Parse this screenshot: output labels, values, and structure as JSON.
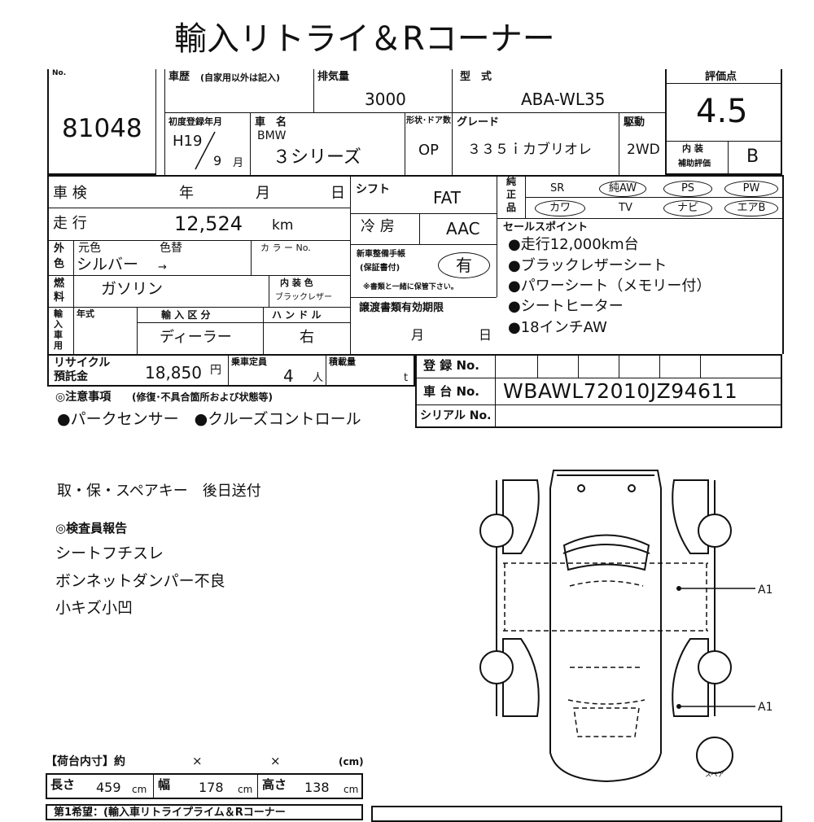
{
  "title": "輸入リトライ＆Rコーナー",
  "lot": {
    "label": "No.",
    "value": "81048"
  },
  "history": {
    "label": "車歴",
    "note": "(自家用以外は記入)"
  },
  "displacement": {
    "label": "排気量",
    "value": "3000"
  },
  "model_code": {
    "label": "型　式",
    "value": "ABA-WL35"
  },
  "score": {
    "label": "評価点",
    "value": "4.5"
  },
  "first_reg": {
    "label": "初度登録年月",
    "era": "H19",
    "month": "9",
    "month_unit": "月"
  },
  "car_name": {
    "label": "車　名",
    "maker": "BMW",
    "model": "３シリーズ"
  },
  "shape_door": {
    "label": "形状･ドア数",
    "value": "OP"
  },
  "grade": {
    "label": "グレード",
    "value": "３３５ｉカブリオレ"
  },
  "drive": {
    "label": "駆動",
    "value": "2WD"
  },
  "interior_score": {
    "label1": "内 装",
    "label2": "補助評価",
    "value": "B"
  },
  "inspection": {
    "label": "車 検",
    "year": "年",
    "month": "月",
    "day": "日"
  },
  "mileage": {
    "label": "走 行",
    "value": "12,524",
    "unit": "km"
  },
  "shift": {
    "label": "シフト",
    "value": "FAT"
  },
  "aircon": {
    "label": "冷 房",
    "value": "AAC"
  },
  "color": {
    "label1": "外",
    "label2": "色",
    "base_label": "元色",
    "change_label": "色替",
    "no_label": "カ ラ ー No.",
    "value": "シルバー",
    "arrow": "→"
  },
  "manual": {
    "label1": "新車整備手帳",
    "label2": "(保証書付)",
    "value": "有",
    "note": "※書類と一緒に保管下さい。"
  },
  "fuel": {
    "label1": "燃",
    "label2": "料",
    "value": "ガソリン",
    "interior_label": "内 装 色",
    "interior_value": "ブラックレザー"
  },
  "import_car": {
    "label1": "輸",
    "label2": "入",
    "label3": "車",
    "label4": "用",
    "year_label": "年式",
    "category_label": "輸 入 区 分",
    "category_value": "ディーラー",
    "handle_label": "ハ ン ド ル",
    "handle_value": "右"
  },
  "docs_expiry": {
    "label": "譲渡書類有効期限",
    "month": "月",
    "day": "日"
  },
  "equipment": {
    "label1": "純",
    "label2": "正",
    "label3": "品",
    "items": [
      "SR",
      "純AW",
      "PS",
      "PW",
      "カワ",
      "TV",
      "ナビ",
      "エアB"
    ]
  },
  "sales_points": {
    "label": "セールスポイント",
    "items": [
      "●走行12,000km台",
      "●ブラックレザーシート",
      "●パワーシート（メモリー付）",
      "●シートヒーター",
      "●18インチAW"
    ]
  },
  "recycle": {
    "label1": "リサイクル",
    "label2": "預託金",
    "value": "18,850",
    "unit": "円"
  },
  "capacity": {
    "label": "乗車定員",
    "value": "4",
    "unit": "人"
  },
  "load": {
    "label": "積載量",
    "unit": "t"
  },
  "registration": {
    "label": "登 録 No."
  },
  "chassis": {
    "label": "車 台 No.",
    "value": "WBAWL72010JZ94611"
  },
  "serial": {
    "label": "シリアル No."
  },
  "notes": {
    "label": "◎注意事項",
    "sub": "(修復･不具合箇所および状態等)",
    "value": "●パークセンサー　●クルーズコントロール"
  },
  "keys_note": "取・保・スペアキー　後日送付",
  "inspector": {
    "label": "◎検査員報告",
    "items": [
      "シートフチスレ",
      "ボンネットダンパー不良",
      "小キズ小凹"
    ]
  },
  "diagram": {
    "mark1": "A1",
    "mark2": "A1",
    "spare": "スペア"
  },
  "cargo": {
    "label": "【荷台内寸】約",
    "x1": "×",
    "x2": "×",
    "unit": "(cm)",
    "length_label": "長さ",
    "length": "459",
    "width_label": "幅",
    "width": "178",
    "height_label": "高さ",
    "height": "138",
    "cm": "cm"
  },
  "footer": {
    "text": "第1希望：(輸入車リトライプライム＆Rコーナー"
  }
}
